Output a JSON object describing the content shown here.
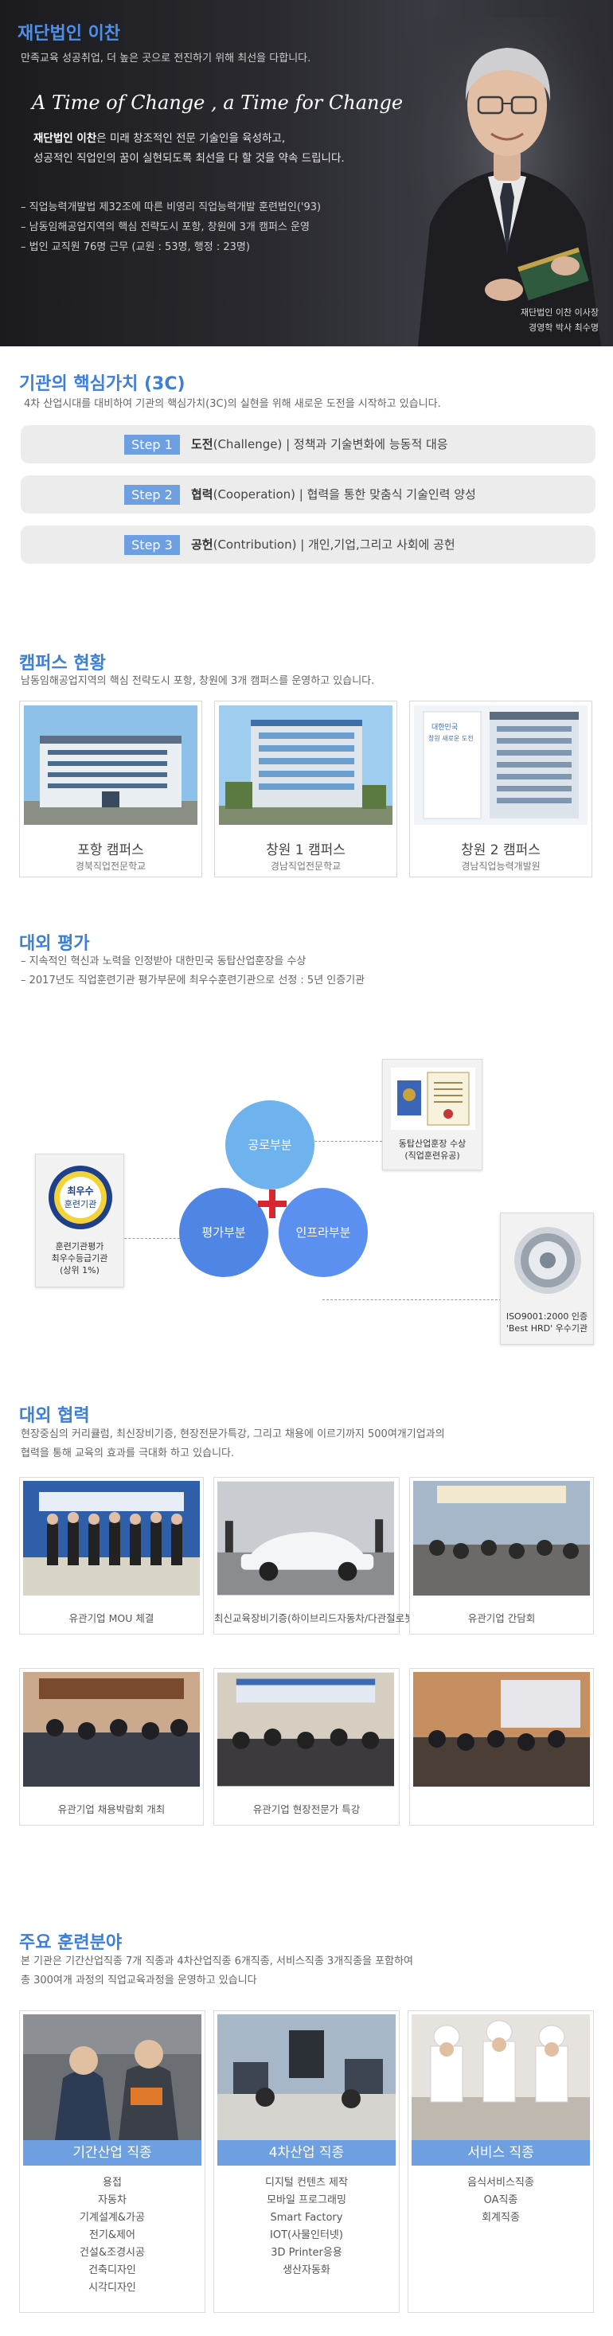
{
  "hero": {
    "title": "재단법인 이찬",
    "subtitle": "만족교육 성공취업, 더 높은 곳으로 전진하기 위해 최선을 다합니다.",
    "slogan": "A Time of Change , a Time for Change",
    "desc_name": "재단법인 이찬",
    "desc_line1_rest": "은 미래 창조적인 전문 기술인을 육성하고,",
    "desc_line2": "성공적인 직업인의 꿈이 실현되도록 최선을 다 할 것을 약속 드립니다.",
    "facts": [
      "– 직업능력개발법 제32조에 따른 비영리 직업능력개발 훈련법인('93)",
      "– 남동임해공업지역의 핵심 전략도시 포항, 창원에 3개 캠퍼스 운영",
      "– 법인 교직원 76명 근무 (교원 : 53명, 행정 : 23명)"
    ],
    "ceo_title": "재단법인 이찬 이사장",
    "ceo_name": "경영학 박사 최수명"
  },
  "core": {
    "title": "기관의 핵심가치 (3C)",
    "desc": "4차 산업시대를 대비하여 기관의 핵심가치(3C)의 실현을 위해 새로운 도전을 시작하고 있습니다.",
    "steps": [
      {
        "tag": "Step 1",
        "bold": "도전",
        "en": "(Challenge)",
        "rest": " | 정책과 기술변화에 능동적 대응"
      },
      {
        "tag": "Step 2",
        "bold": "협력",
        "en": "(Cooperation)",
        "rest": " | 협력을 통한 맞춤식 기술인력 양성"
      },
      {
        "tag": "Step 3",
        "bold": "공헌",
        "en": "(Contribution)",
        "rest": " | 개인,기업,그리고 사회에 공헌"
      }
    ]
  },
  "campus": {
    "title": "캠퍼스 현황",
    "desc": "남동임해공업지역의 핵심 전략도시 포항, 창원에 3개 캠퍼스를 운영하고 있습니다.",
    "items": [
      {
        "name": "포항 캠퍼스",
        "school": "경북직업전문학교"
      },
      {
        "name": "창원 1 캠퍼스",
        "school": "경남직업전문학교"
      },
      {
        "name": "창원 2 캠퍼스",
        "school": "경남직업능력개발원"
      }
    ],
    "sign_text_1": "대한민국",
    "sign_text_2": "창원 새로운 도전"
  },
  "evaluation": {
    "title": "대외 평가",
    "lines": [
      "– 지속적인 혁신과 노력을 인정받아 대한민국 동탑산업훈장을 수상",
      "– 2017년도 직업훈련기관 평가부문에 최우수훈련기관으로 선정 : 5년 인증기관"
    ],
    "circles": {
      "top": "공로부분",
      "left": "평가부분",
      "right": "인프라부분"
    },
    "badge_ring": "최우수",
    "badge_center": "훈련기관",
    "badge_caption": [
      "훈련기관평가",
      "최우수등급기관",
      "(상위 1%)"
    ],
    "medal_caption": [
      "동탑산업훈장 수상",
      "(직업훈련유공)"
    ],
    "iso_caption": [
      "ISO9001:2000 인증",
      "'Best HRD' 우수기관"
    ],
    "colors": {
      "top": "#6fb3ee",
      "left": "#4f86e6",
      "right": "#5b8ff0",
      "plus": "#d8262e"
    }
  },
  "cooperation": {
    "title": "대외 협력",
    "desc1": "현장중심의 커리큘럼, 최신장비기증, 현장전문가특강, 그리고 채용에 이르기까지 500여개기업과의",
    "desc2": "협력을 통해 교육의 효과를 극대화 하고 있습니다.",
    "items": [
      "유관기업 MOU 체결",
      "최신교육장비기증(하이브리드자동차/다관절로봇용접기)",
      "유관기업 간담회",
      "유관기업 채용박람회 개최",
      "유관기업 현장전문가 특강"
    ]
  },
  "training": {
    "title": "주요 훈련분야",
    "desc1": "본 기관은 기간산업직종 7개 직종과 4차산업직종 6개직종, 서비스직종 3개직종을 포함하여",
    "desc2": "총 300여개 과정의 직업교육과정을 운영하고 있습니다",
    "cards": [
      {
        "label": "기간산업 직종",
        "items": [
          "용접",
          "자동차",
          "기계설계&가공",
          "전기&제어",
          "건설&조경시공",
          "건축디자인",
          "시각디자인"
        ]
      },
      {
        "label": "4차산업 직종",
        "items": [
          "디지털 컨텐츠 제작",
          "모바일 프로그래밍",
          "Smart Factory",
          "IOT(사물인터넷)",
          "3D Printer응용",
          "생산자동화"
        ]
      },
      {
        "label": "서비스 직종",
        "items": [
          "음식서비스직종",
          "OA직종",
          "회계직종"
        ]
      }
    ]
  }
}
